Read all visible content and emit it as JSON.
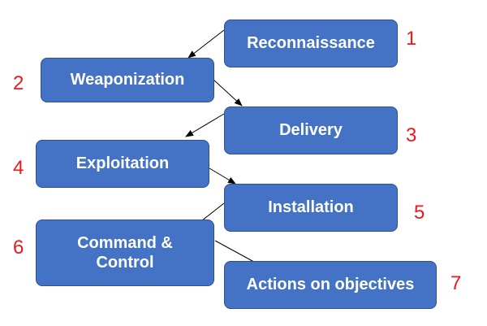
{
  "stages": [
    {
      "label": "Reconnaissance",
      "number": "1"
    },
    {
      "label": "Weaponization",
      "number": "2"
    },
    {
      "label": "Delivery",
      "number": "3"
    },
    {
      "label": "Exploitation",
      "number": "4"
    },
    {
      "label": "Installation",
      "number": "5"
    },
    {
      "label": "Command &\nControl",
      "number": "6"
    },
    {
      "label": "Actions on objectives",
      "number": "7"
    }
  ],
  "colors": {
    "box_fill": "#4472c4",
    "box_border": "#2f528f",
    "box_text": "#ffffff",
    "number_text": "#e8191c",
    "arrow": "#000000"
  }
}
